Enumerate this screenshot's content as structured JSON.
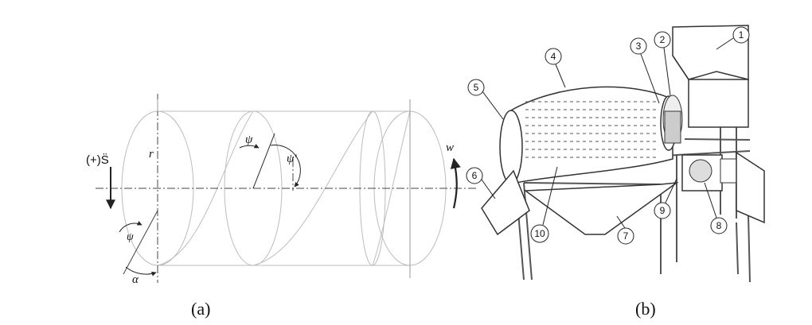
{
  "panel_a": {
    "caption": "(a)",
    "symbols": {
      "force": "(+)S̈",
      "radius": "r",
      "psi": "ψ",
      "psi_prime": "ψ'",
      "omega": "w",
      "psi_lower": "ψ",
      "alpha": "α"
    }
  },
  "panel_b": {
    "caption": "(b)",
    "callouts": [
      "1",
      "2",
      "3",
      "4",
      "5",
      "6",
      "7",
      "8",
      "9",
      "10"
    ]
  }
}
